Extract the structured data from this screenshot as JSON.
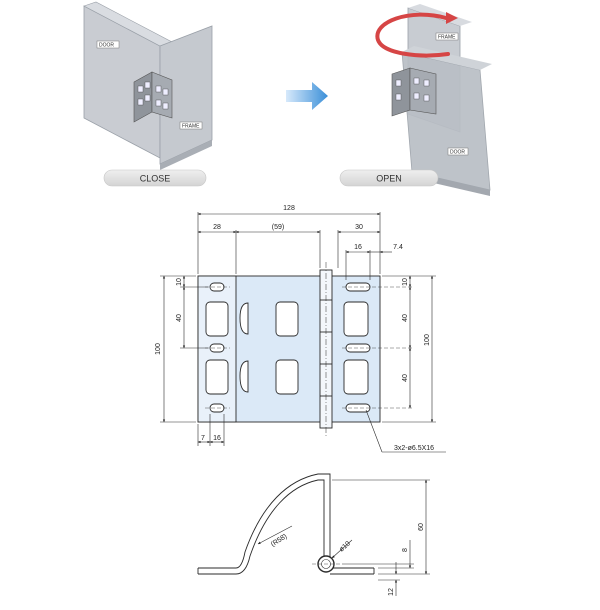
{
  "illustrations": {
    "closed_state": {
      "caption": "CLOSE",
      "tags": {
        "door": "DOOR",
        "frame": "FRAME"
      }
    },
    "open_state": {
      "caption": "OPEN",
      "tags": {
        "frame": "FRAME",
        "door": "DOOR"
      }
    },
    "arrow_icon": "right-arrow-icon",
    "rotation_icon": "rotation-arrow-icon"
  },
  "front_view": {
    "dims": {
      "overall_width": "128",
      "left_wing": "28",
      "middle_span": "(59)",
      "right_wing": "30",
      "slot_span": "16",
      "slot_offset": "7.4",
      "left_top": "10",
      "left_pitch": "40",
      "left_height": "100",
      "right_top": "10",
      "right_pitch_1": "40",
      "right_pitch_2": "40",
      "right_height": "100",
      "bottom_offset": "7",
      "bottom_span": "16"
    },
    "callout": "3x2-ø6.5X16"
  },
  "side_view": {
    "dims": {
      "radius": "(R58)",
      "pin_diameter": "ø10",
      "height": "60",
      "pin_offset": "8",
      "thickness": "12"
    }
  },
  "colors": {
    "plate_fill": "#dbe9f7",
    "line": "#2b2b2b",
    "pill": "#e2e2e2",
    "arrow": "#3a8fd8",
    "rotation": "#d64545"
  }
}
